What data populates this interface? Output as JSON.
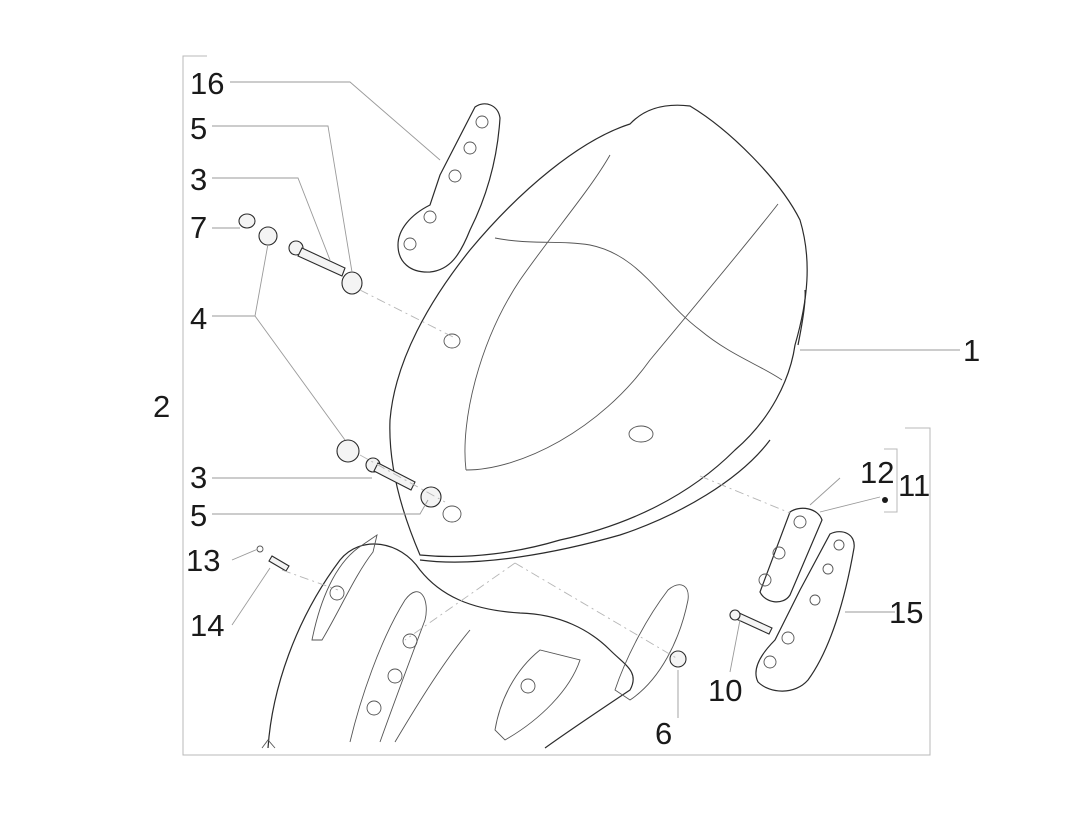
{
  "diagram": {
    "callouts": [
      {
        "id": "c16",
        "text": "16"
      },
      {
        "id": "c5a",
        "text": "5"
      },
      {
        "id": "c3a",
        "text": "3"
      },
      {
        "id": "c7",
        "text": "7"
      },
      {
        "id": "c4",
        "text": "4"
      },
      {
        "id": "c2",
        "text": "2"
      },
      {
        "id": "c3b",
        "text": "3"
      },
      {
        "id": "c5b",
        "text": "5"
      },
      {
        "id": "c13",
        "text": "13"
      },
      {
        "id": "c14",
        "text": "14"
      },
      {
        "id": "c1",
        "text": "1"
      },
      {
        "id": "c12",
        "text": "12"
      },
      {
        "id": "c11",
        "text": "11"
      },
      {
        "id": "c15",
        "text": "15"
      },
      {
        "id": "c10",
        "text": "10"
      },
      {
        "id": "c6",
        "text": "6"
      }
    ],
    "parts": [
      {
        "ref": "1",
        "icon": "windscreen-icon"
      },
      {
        "ref": "3",
        "icon": "screw-icon"
      },
      {
        "ref": "4",
        "icon": "bushing-icon"
      },
      {
        "ref": "5",
        "icon": "spacer-icon"
      },
      {
        "ref": "6",
        "icon": "nut-icon"
      },
      {
        "ref": "7",
        "icon": "cap-icon"
      },
      {
        "ref": "10",
        "icon": "screw-icon"
      },
      {
        "ref": "11",
        "icon": "bracket-kit-icon"
      },
      {
        "ref": "12",
        "icon": "plate-icon"
      },
      {
        "ref": "13",
        "icon": "washer-icon"
      },
      {
        "ref": "14",
        "icon": "screw-icon"
      },
      {
        "ref": "15",
        "icon": "bracket-icon"
      },
      {
        "ref": "16",
        "icon": "bracket-icon"
      }
    ]
  }
}
